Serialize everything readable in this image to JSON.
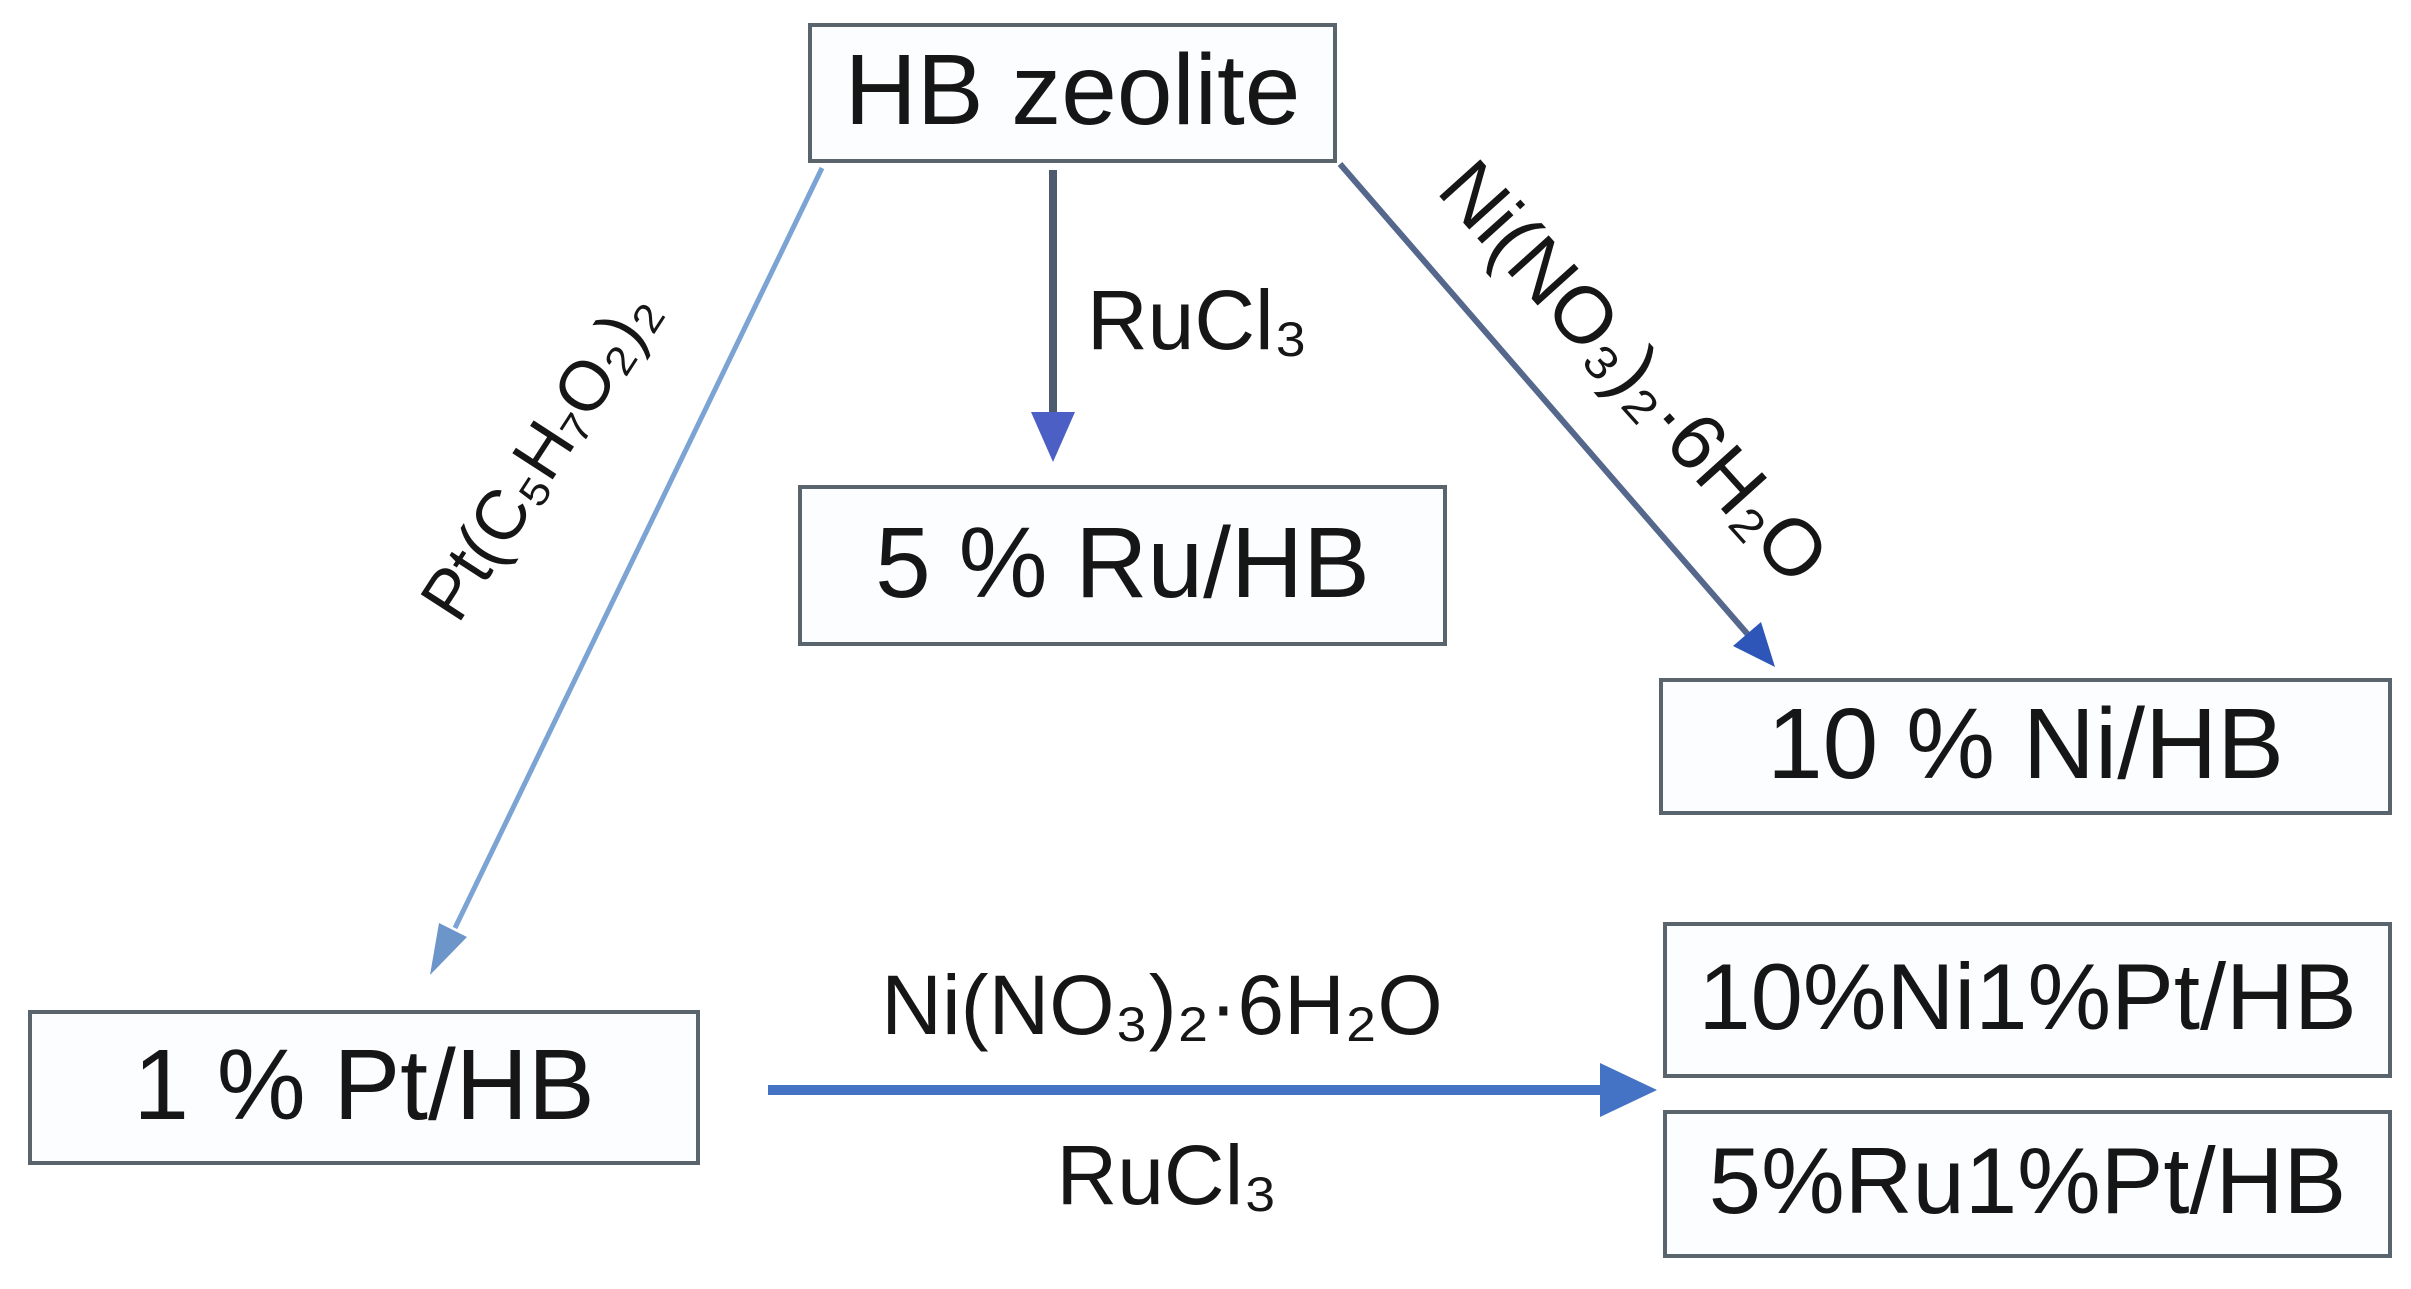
{
  "scheme": {
    "nodes": {
      "hb_zeolite": "HB zeolite",
      "ru_hb": "5 % Ru/HB",
      "ni_hb": "10 % Ni/HB",
      "pt_hb": "1 % Pt/HB",
      "ni_pt_hb": "10%Ni1%Pt/HB",
      "ru_pt_hb": "5%Ru1%Pt/HB"
    },
    "reagents": {
      "pt_precursor": "Pt(C₅H₇O₂)₂",
      "ru_precursor": "RuCl₃",
      "ni_precursor": "Ni(NO₃)₂·6H₂O",
      "bimetallic_top": "Ni(NO₃)₂·6H₂O",
      "bimetallic_bottom": "RuCl₃"
    },
    "colors": {
      "pt_arrow_shaft": "#7ba3d4",
      "pt_arrow_head": "#6c96c9",
      "ru_arrow_shaft": "#4d5b6e",
      "ru_arrow_head": "#4c5fc4",
      "ni_arrow_shaft": "#55688c",
      "ni_arrow_head": "#2e56b8",
      "bimetallic_arrow": "#4472c4",
      "box_border": "#5a646d",
      "box_fill": "#fbfdff",
      "text": "#161616"
    }
  }
}
